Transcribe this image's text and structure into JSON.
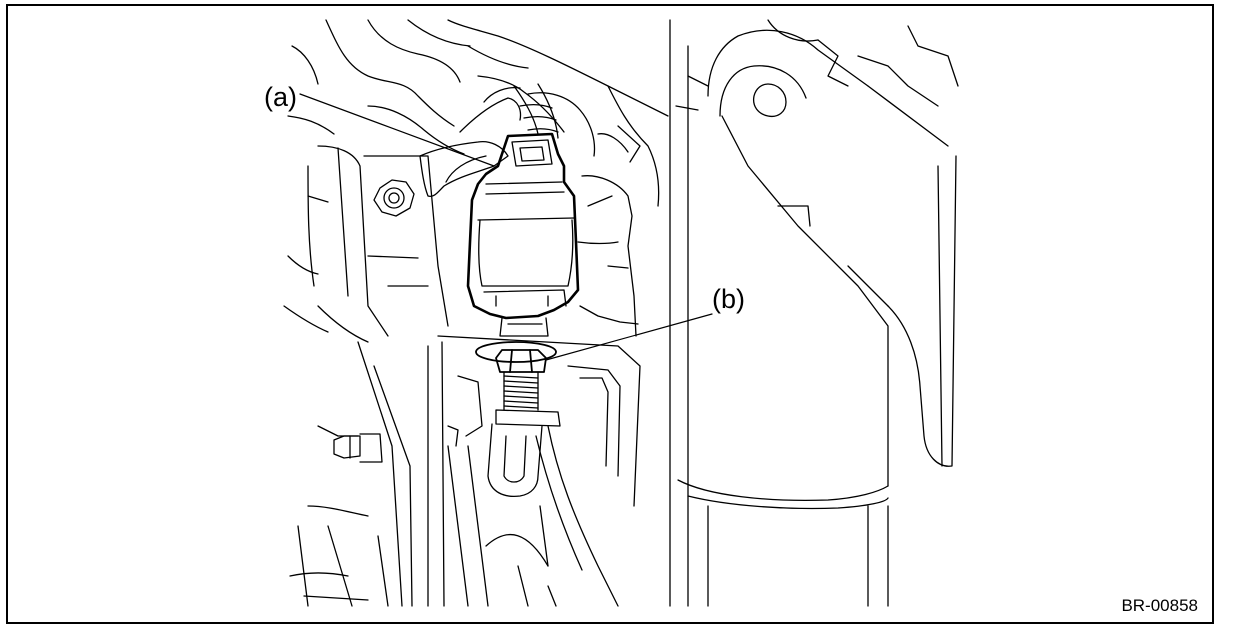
{
  "callouts": {
    "a": "(a)",
    "b": "(b)"
  },
  "figure_code": "BR-00858",
  "colors": {
    "ink": "#000000",
    "paper": "#ffffff"
  }
}
